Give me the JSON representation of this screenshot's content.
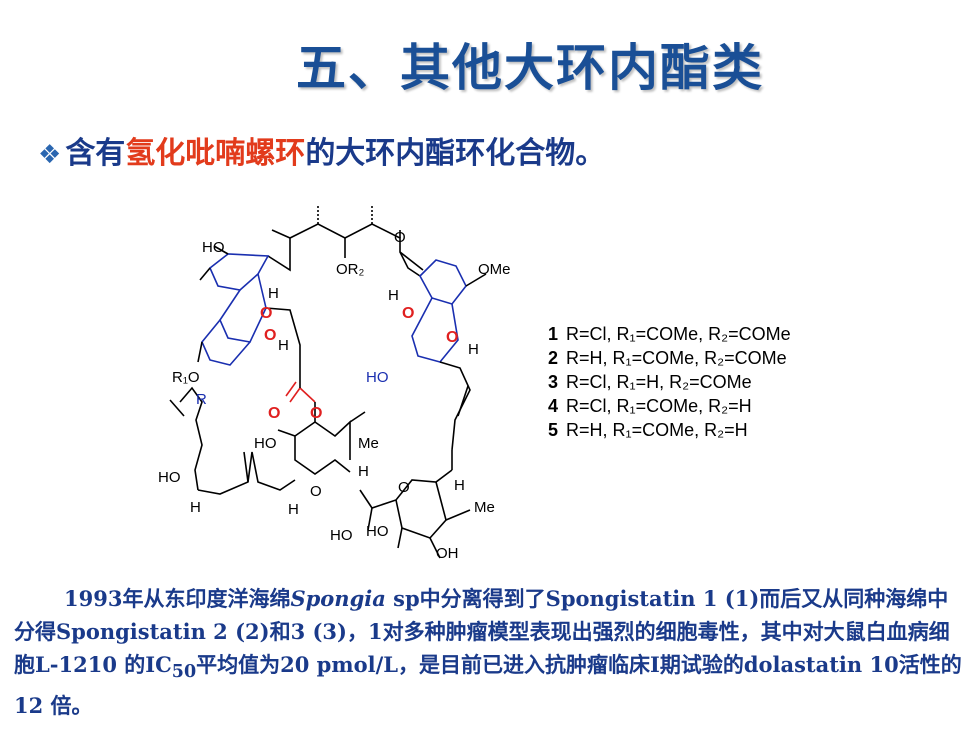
{
  "title": "五、其他大环内酯类",
  "subtitle": {
    "bullet": "❖",
    "prefix": "含有",
    "highlight": "氢化吡喃螺环",
    "suffix": "的大环内酯环化合物。"
  },
  "structure": {
    "labels": {
      "ho_top_left": "HO",
      "o_left_ring1": "O",
      "o_left_ring2": "O",
      "h_left1": "H",
      "h_left2": "H",
      "r1o": "R₁O",
      "r": "R",
      "or2": "OR₂",
      "ketone_o": "O",
      "h_right1": "H",
      "ome": "OMe",
      "o_right_ring1": "O",
      "o_right_ring2": "O",
      "h_right2": "H",
      "ho_right": "HO",
      "ester_o1": "O",
      "ester_o2": "O",
      "ho_mid": "HO",
      "me_mid": "Me",
      "h_mid": "H",
      "o_ring_mid": "O",
      "h_mid2": "H",
      "ho_left_chain": "HO",
      "h_left_chain": "H",
      "o_ring_right": "O",
      "h_ring_right": "H",
      "me_ring_right": "Me",
      "ho_bottom1": "HO",
      "ho_bottom2": "HO",
      "oh_bottom": "OH"
    }
  },
  "legend": [
    {
      "num": "1",
      "text": "R=Cl, R₁=COMe, R₂=COMe"
    },
    {
      "num": "2",
      "text": "R=H, R₁=COMe, R₂=COMe"
    },
    {
      "num": "3",
      "text": "R=Cl, R₁=H, R₂=COMe"
    },
    {
      "num": "4",
      "text": "R=Cl, R₁=COMe, R₂=H"
    },
    {
      "num": "5",
      "text": "R=H, R₁=COMe, R₂=H"
    }
  ],
  "paragraph": {
    "p1": "1993年从东印度洋海绵",
    "species": "Spongia",
    "p2": " sp中分离得到了Spongistatin 1 (1)而后又从同种海绵中分得Spongistatin 2 (2)和3 (3)，1对多种肿瘤模型表现出强烈的细胞毒性，其中对大鼠白血病细胞L-1210 的IC",
    "sub": "50",
    "p3": "平均值为20 pmol/L，是目前已进入抗肿瘤临床I期试验的dolastatin 10活性的12 倍。"
  },
  "colors": {
    "title": "#1a4f96",
    "text": "#1a3a8a",
    "highlight": "#e23b1c",
    "ring_oxygen": "#e02020",
    "blue_bonds": "#1a2fb0"
  }
}
